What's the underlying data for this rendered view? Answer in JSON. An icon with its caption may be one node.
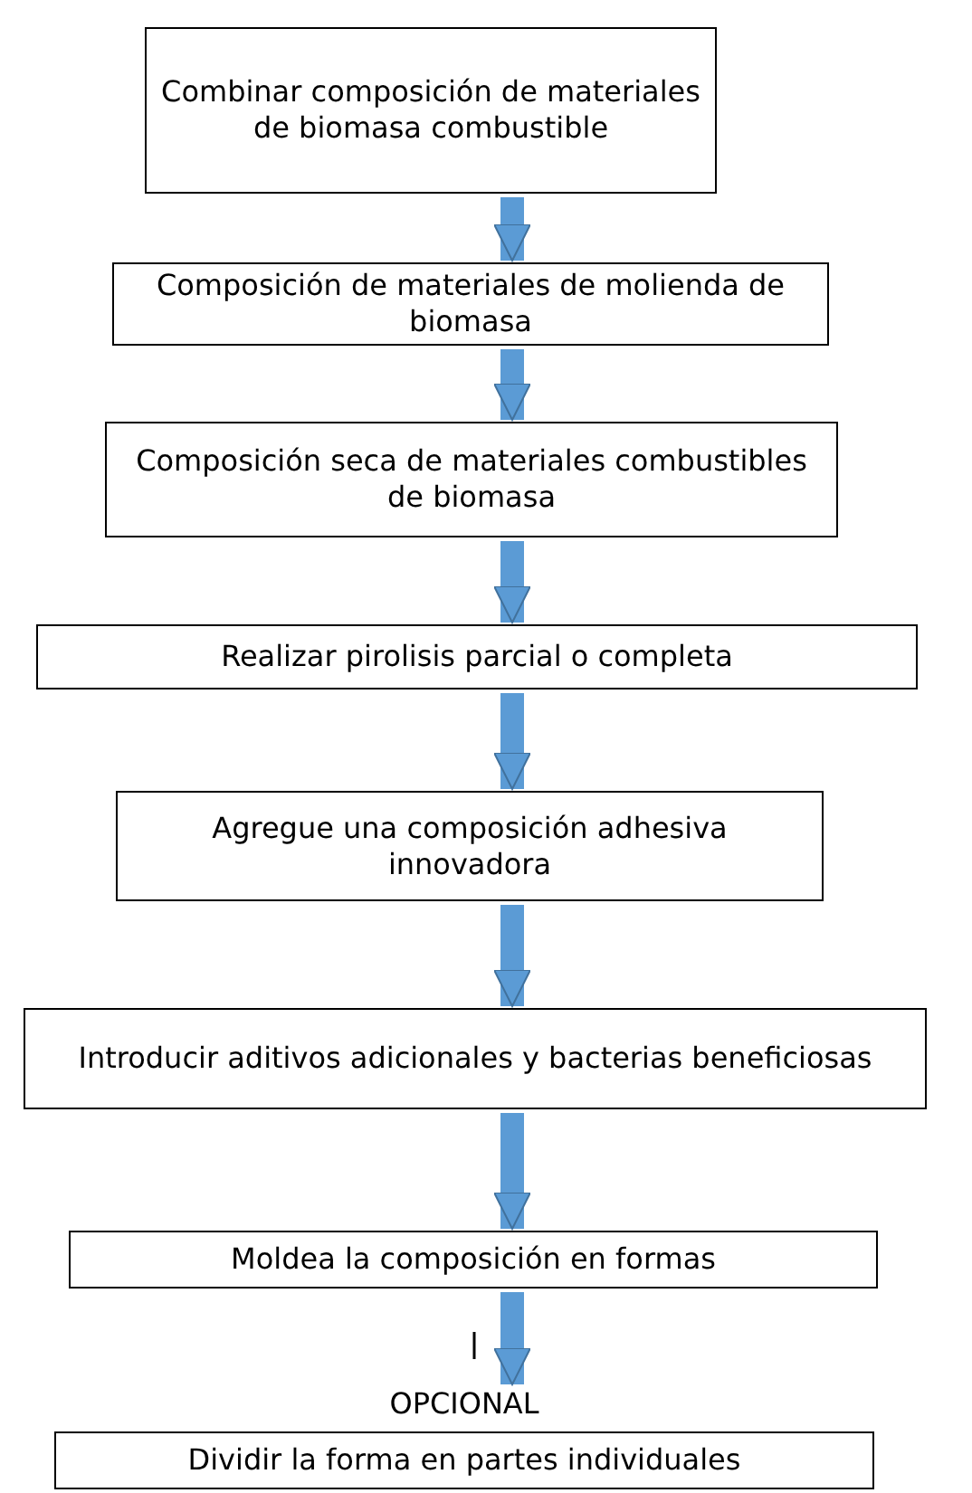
{
  "diagram": {
    "nodes": [
      {
        "text": [
          "Combinar composición de materiales de biomasa combustible"
        ]
      },
      {
        "text": [
          "Composición de materiales de molienda de biomasa"
        ]
      },
      {
        "text": [
          "Composición seca de materiales combustibles de biomasa"
        ]
      },
      {
        "text": [
          "Realizar pirolisis parcial o completa"
        ]
      },
      {
        "text": [
          "Agregue una composición adhesiva innovadora"
        ]
      },
      {
        "text": [
          "Introducir aditivos adicionales y bacterias beneficiosas"
        ]
      },
      {
        "text": [
          "Moldea la composición en formas"
        ]
      },
      {
        "text": [
          "OPCIONAL",
          "Dividir la forma en partes individuales"
        ]
      }
    ],
    "edges": [
      {
        "from": 0,
        "to": 1,
        "arrow": "to"
      },
      {
        "from": 1,
        "to": 2,
        "arrow": "to"
      },
      {
        "from": 2,
        "to": 3,
        "arrow": "to"
      },
      {
        "from": 3,
        "to": 4,
        "arrow": "to"
      },
      {
        "from": 4,
        "to": 5,
        "arrow": "to"
      },
      {
        "from": 5,
        "to": 6,
        "arrow": "to"
      },
      {
        "from": 6,
        "to": 7,
        "arrow": "to"
      }
    ]
  }
}
